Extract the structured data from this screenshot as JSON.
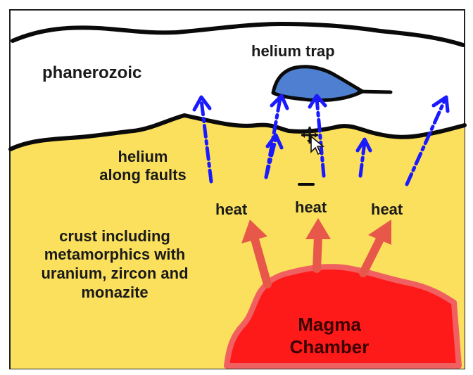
{
  "labels": {
    "phanerozoic": "phanerozoic",
    "helium_trap": "helium trap",
    "helium_line1": "helium",
    "helium_line2": "along faults",
    "heat_left": "heat",
    "heat_center": "heat",
    "heat_right": "heat",
    "crust_line1": "crust including",
    "crust_line2": "metamorphics  with",
    "crust_line3": "uranium, zircon and",
    "crust_line4": "monazite",
    "magma_line1": "Magma",
    "magma_line2": "Chamber"
  },
  "colors": {
    "crust": "#fbe05d",
    "sediment": "#ffffff",
    "helium_trap_fill": "#4f7fd0",
    "helium_arrow": "#1a1aff",
    "heat_arrow": "#e8584a",
    "magma_fill": "#ff1a1a",
    "magma_border": "#f06060",
    "outline": "#0a0a0a"
  },
  "icons": {
    "cursor": "move-cursor-icon"
  }
}
